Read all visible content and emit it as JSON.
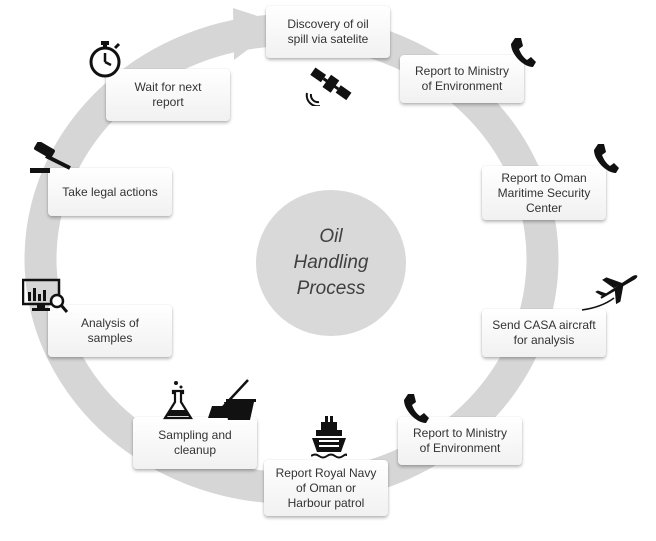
{
  "diagram": {
    "center_label": "Oil\nHandling\nProcess",
    "ring_color": "#d6d6d6",
    "steps": [
      {
        "label": "Discovery of oil\nspill via satelite",
        "icon": "satellite-icon"
      },
      {
        "label": "Report to Ministry\nof Environment",
        "icon": "phone-icon"
      },
      {
        "label": "Report to Oman\nMaritime Security\nCenter",
        "icon": "phone-icon"
      },
      {
        "label": "Send CASA aircraft\nfor analysis",
        "icon": "airplane-icon"
      },
      {
        "label": "Report to Ministry\nof Environment",
        "icon": "phone-icon"
      },
      {
        "label": "Report Royal Navy\nof Oman or\nHarbour patrol",
        "icon": "ship-icon"
      },
      {
        "label": "Sampling and\ncleanup",
        "icon": "flask-icon"
      },
      {
        "label": "Analysis of\nsamples",
        "icon": "monitor-magnifier-icon"
      },
      {
        "label": "Take legal actions",
        "icon": "gavel-icon"
      },
      {
        "label": "Wait for next\nreport",
        "icon": "stopwatch-icon"
      }
    ],
    "extra_icons": [
      "mop-bucket-icon"
    ]
  }
}
